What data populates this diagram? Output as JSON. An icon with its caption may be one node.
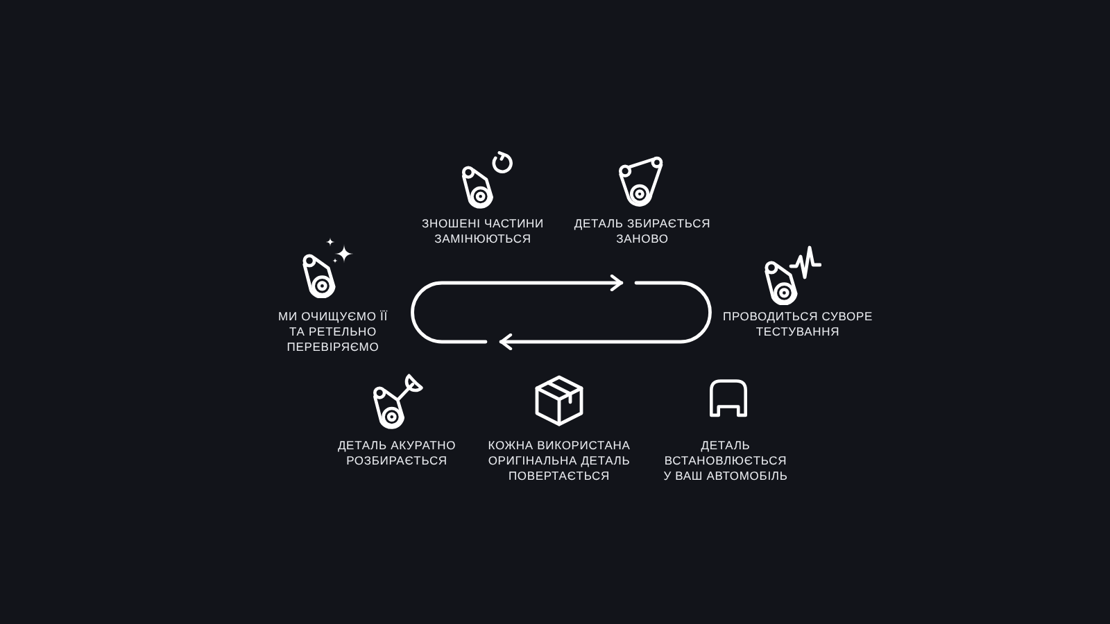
{
  "diagram": {
    "labels": [
      "ЗНОШЕНІ ЧАСТИНИ ЗАМІНЮЮТЬСЯ",
      "ДЕТАЛЬ ЗБИРАЄТЬСЯ ЗАНОВО",
      "МИ ОЧИЩУЄМО ЇЇ ТА РЕТЕЛЬНО ПЕРЕВІРЯЄМО",
      "ПРОВОДИТЬСЯ СУВОРЕ ТЕСТУВАННЯ",
      "ДЕТАЛЬ АКУРАТНО РОЗБИРАЄТЬСЯ",
      "КОЖНА ВИКОРИСТАНА ОРИГІНАЛЬНА ДЕТАЛЬ ПОВЕРТАЄТЬСЯ",
      "ДЕТАЛЬ ВСТАНОВЛЮЄТЬСЯ У ВАШ АВТОМОБІЛЬ"
    ]
  }
}
